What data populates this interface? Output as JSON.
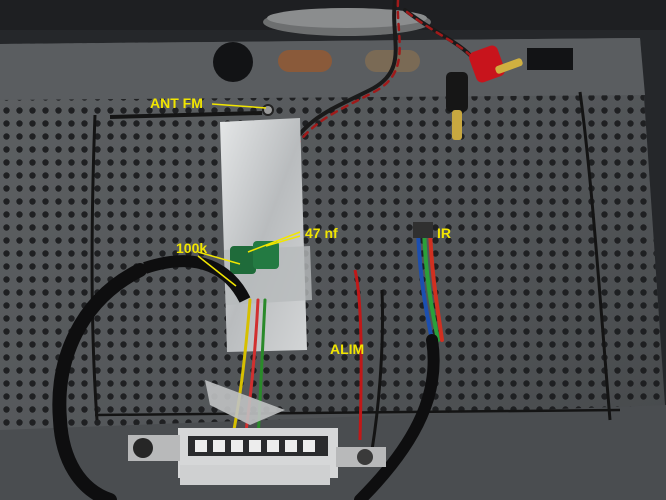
{
  "annotations": {
    "ant_fm": "ANT FM",
    "capacitor": "47 nf",
    "resistor": "100k",
    "ir": "IR",
    "alim": "ALIM"
  },
  "colors": {
    "panel": "#55585a",
    "panel_dark": "#3c3e40",
    "holes": "#1c1d1f",
    "tape": "#c9cbcc",
    "label": "#f2e600",
    "banana_plug": "#c8141c",
    "capacitor": "#1f6b3a"
  }
}
